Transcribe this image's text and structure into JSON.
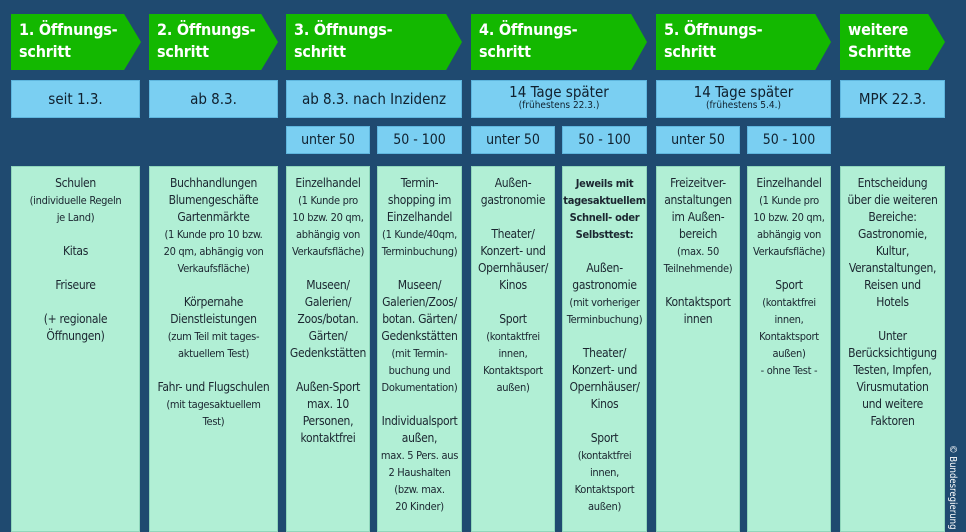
{
  "steps": [
    {
      "title_line1": "1. Öffnungs-",
      "title_line2": "schritt",
      "date": "seit 1.3."
    },
    {
      "title_line1": "2. Öffnungs-",
      "title_line2": "schritt",
      "date": "ab 8.3."
    },
    {
      "title_line1": "3. Öffnungs-",
      "title_line2": "schritt",
      "date": "ab 8.3. nach Inzidenz"
    },
    {
      "title_line1": "4. Öffnungs-",
      "title_line2": "schritt",
      "date": "14 Tage später",
      "date_sub": "(frühestens 22.3.)"
    },
    {
      "title_line1": "5. Öffnungs-",
      "title_line2": "schritt",
      "date": "14 Tage später",
      "date_sub": "(frühestens 5.4.)"
    },
    {
      "title_line1": "weitere",
      "title_line2": "Schritte",
      "date": "MPK 22.3."
    }
  ],
  "incidence": {
    "low": "unter 50",
    "mid": "50 - 100"
  },
  "columns": {
    "c1": {
      "b1": "Schulen",
      "b1s": "(individuelle Regeln\nje Land)",
      "b2": "Kitas",
      "b3": "Friseure",
      "b4": "(+ regionale\nÖffnungen)"
    },
    "c2": {
      "b1": "Buchhandlungen\nBlumengeschäfte\nGartenmärkte",
      "b1s": "(1 Kunde pro 10 bzw.\n20 qm, abhängig von\nVerkaufsfläche)",
      "b2": "Körpernahe\nDienstleistungen",
      "b2s": "(zum Teil mit tages-\naktuellem Test)",
      "b3": "Fahr- und Flugschulen",
      "b3s": "(mit tagesaktuellem\nTest)"
    },
    "c3a": {
      "b1": "Einzelhandel",
      "b1s": "(1 Kunde pro\n10 bzw. 20 qm,\nabhängig von\nVerkaufsfläche)",
      "b2": "Museen/\nGalerien/\nZoos/botan.\nGärten/\nGedenkstätten",
      "b3": "Außen-Sport\nmax. 10\nPersonen,\nkontaktfrei"
    },
    "c3b": {
      "b1": "Termin-\nshopping im\nEinzelhandel",
      "b1s": "(1 Kunde/40qm,\nTerminbuchung)",
      "b2": "Museen/\nGalerien/Zoos/\nbotan. Gärten/\nGedenkstätten",
      "b2s": "(mit Termin-\nbuchung und\nDokumentation)",
      "b3": "Individualsport\naußen,",
      "b3s": "max. 5 Pers. aus\n2 Haushalten\n(bzw. max.\n20 Kinder)"
    },
    "c4a": {
      "b1": "Außen-\ngastronomie",
      "b2": "Theater/\nKonzert- und\nOpernhäuser/\nKinos",
      "b3": "Sport",
      "b3s": "(kontaktfrei\ninnen,\nKontaktsport\naußen)"
    },
    "c4b": {
      "head": "Jeweils mit\ntagesaktuellem\nSchnell- oder\nSelbsttest:",
      "b1": "Außen-\ngastronomie",
      "b1s": "(mit vorheriger\nTerminbuchung)",
      "b2": "Theater/\nKonzert- und\nOpernhäuser/\nKinos",
      "b3": "Sport",
      "b3s": "(kontaktfrei\ninnen,\nKontaktsport\naußen)"
    },
    "c5a": {
      "b1": "Freizeitver-\nanstaltungen\nim Außen-\nbereich",
      "b1s": "(max. 50\nTeilnehmende)",
      "b2": "Kontaktsport\ninnen"
    },
    "c5b": {
      "b1": "Einzelhandel",
      "b1s": "(1 Kunde pro\n10 bzw. 20 qm,\nabhängig von\nVerkaufsfläche)",
      "b2": "Sport",
      "b2s": "(kontaktfrei\ninnen,\nKontaktsport\naußen)\n- ohne Test -"
    },
    "c6": {
      "b1": "Entscheidung\nüber die weiteren\nBereiche:\nGastronomie,\nKultur,\nVeranstaltungen,\nReisen und\nHotels",
      "b2": "Unter\nBerücksichtigung\nTesten, Impfen,\nVirusmutation\nund weitere\nFaktoren"
    }
  },
  "copyright": "© Bundesregierung",
  "colors": {
    "background": "#1f4a70",
    "step_green": "#13b800",
    "date_blue": "#7acff2",
    "content_mint": "#b1efd5"
  }
}
